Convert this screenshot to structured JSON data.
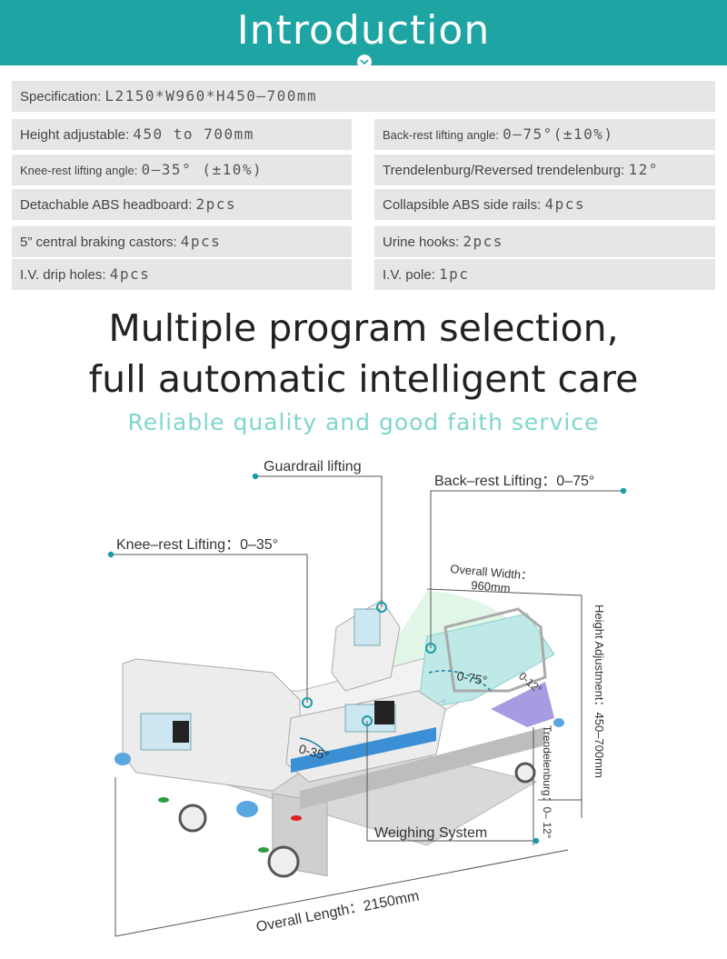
{
  "header": {
    "title": "Introduction"
  },
  "specs": {
    "specification": {
      "label": "Specification:",
      "value": "L2150*W960*H450–700mm"
    },
    "rows": [
      {
        "label": "Height adjustable:",
        "value": "450  to  700mm"
      },
      {
        "label": "Back-rest lifting angle:",
        "value": "0–75°(±10%)"
      },
      {
        "label": "Knee-rest lifting angle:",
        "value": "0–35° (±10%)"
      },
      {
        "label": "Trendelenburg/Reversed trendelenburg:",
        "value": "12°"
      },
      {
        "label": "Detachable ABS headboard:",
        "value": "2pcs"
      },
      {
        "label": "Collapsible ABS side rails:",
        "value": "4pcs"
      },
      {
        "label": "5” central braking castors:",
        "value": "4pcs"
      },
      {
        "label": "Urine hooks:",
        "value": "2pcs"
      },
      {
        "label": "I.V. drip holes:",
        "value": "4pcs"
      },
      {
        "label": "I.V. pole:",
        "value": "1pc"
      }
    ]
  },
  "headline": {
    "line1": "Multiple program selection,",
    "line2": "full automatic intelligent care"
  },
  "tagline": "Reliable quality and good faith service",
  "diagram": {
    "guardrail": "Guardrail lifting",
    "backrest": "Back–rest Lifting：0–75°",
    "kneerest": "Knee–rest Lifting：0–35°",
    "width_label": "Overall Width：",
    "width_value": "960mm",
    "height": "Height Adjustment：450–700mm",
    "trendelenburg": "Trendelenburg：0– 12°",
    "weighing": "Weighing System",
    "length": "Overall Length：2150mm",
    "angle_back": "0-75°",
    "angle_knee": "0-35°",
    "angle_trend": "0-12°"
  },
  "colors": {
    "accent": "#1fa4a4",
    "tagline": "#7fd6cf",
    "spec_bg": "#e6e6e6"
  }
}
